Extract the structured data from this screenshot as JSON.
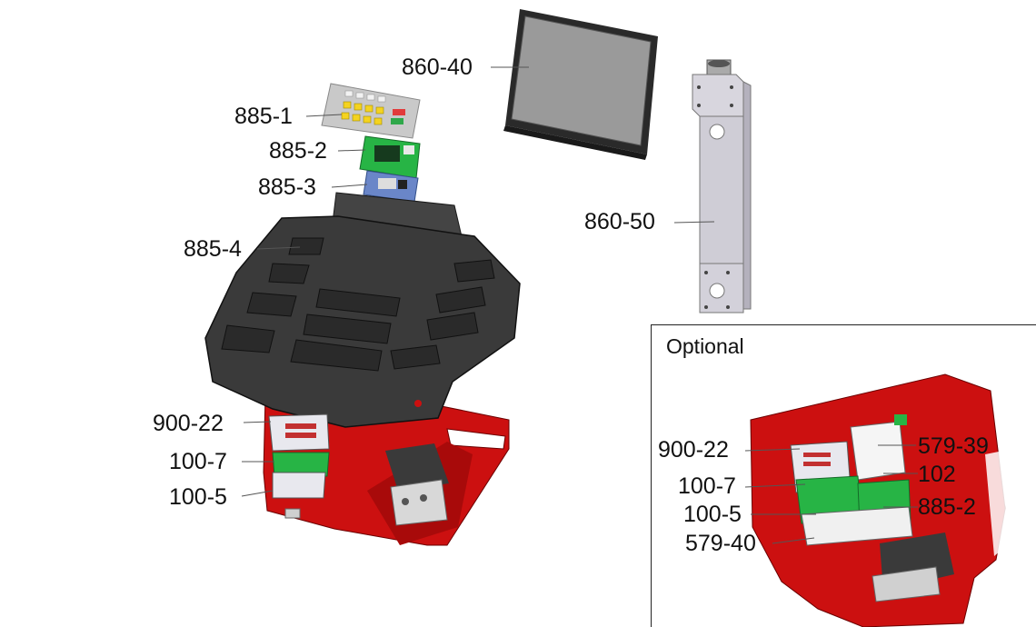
{
  "labels": {
    "part_860_40": "860-40",
    "part_885_1": "885-1",
    "part_885_2": "885-2",
    "part_885_3": "885-3",
    "part_885_4": "885-4",
    "part_860_50": "860-50",
    "part_900_22": "900-22",
    "part_100_7": "100-7",
    "part_100_5": "100-5"
  },
  "optional": {
    "title": "Optional",
    "part_900_22": "900-22",
    "part_100_7": "100-7",
    "part_100_5": "100-5",
    "part_579_40": "579-40",
    "part_579_39": "579-39",
    "part_102": "102",
    "part_885_2": "885-2"
  },
  "colors": {
    "base_red": "#cc1010",
    "housing_dark": "#3a3a3a",
    "pcb_green": "#27b445",
    "pcb_blue": "#6a86c8",
    "keypad_yellow": "#f4d320",
    "metal_gray": "#cfcdd6"
  }
}
